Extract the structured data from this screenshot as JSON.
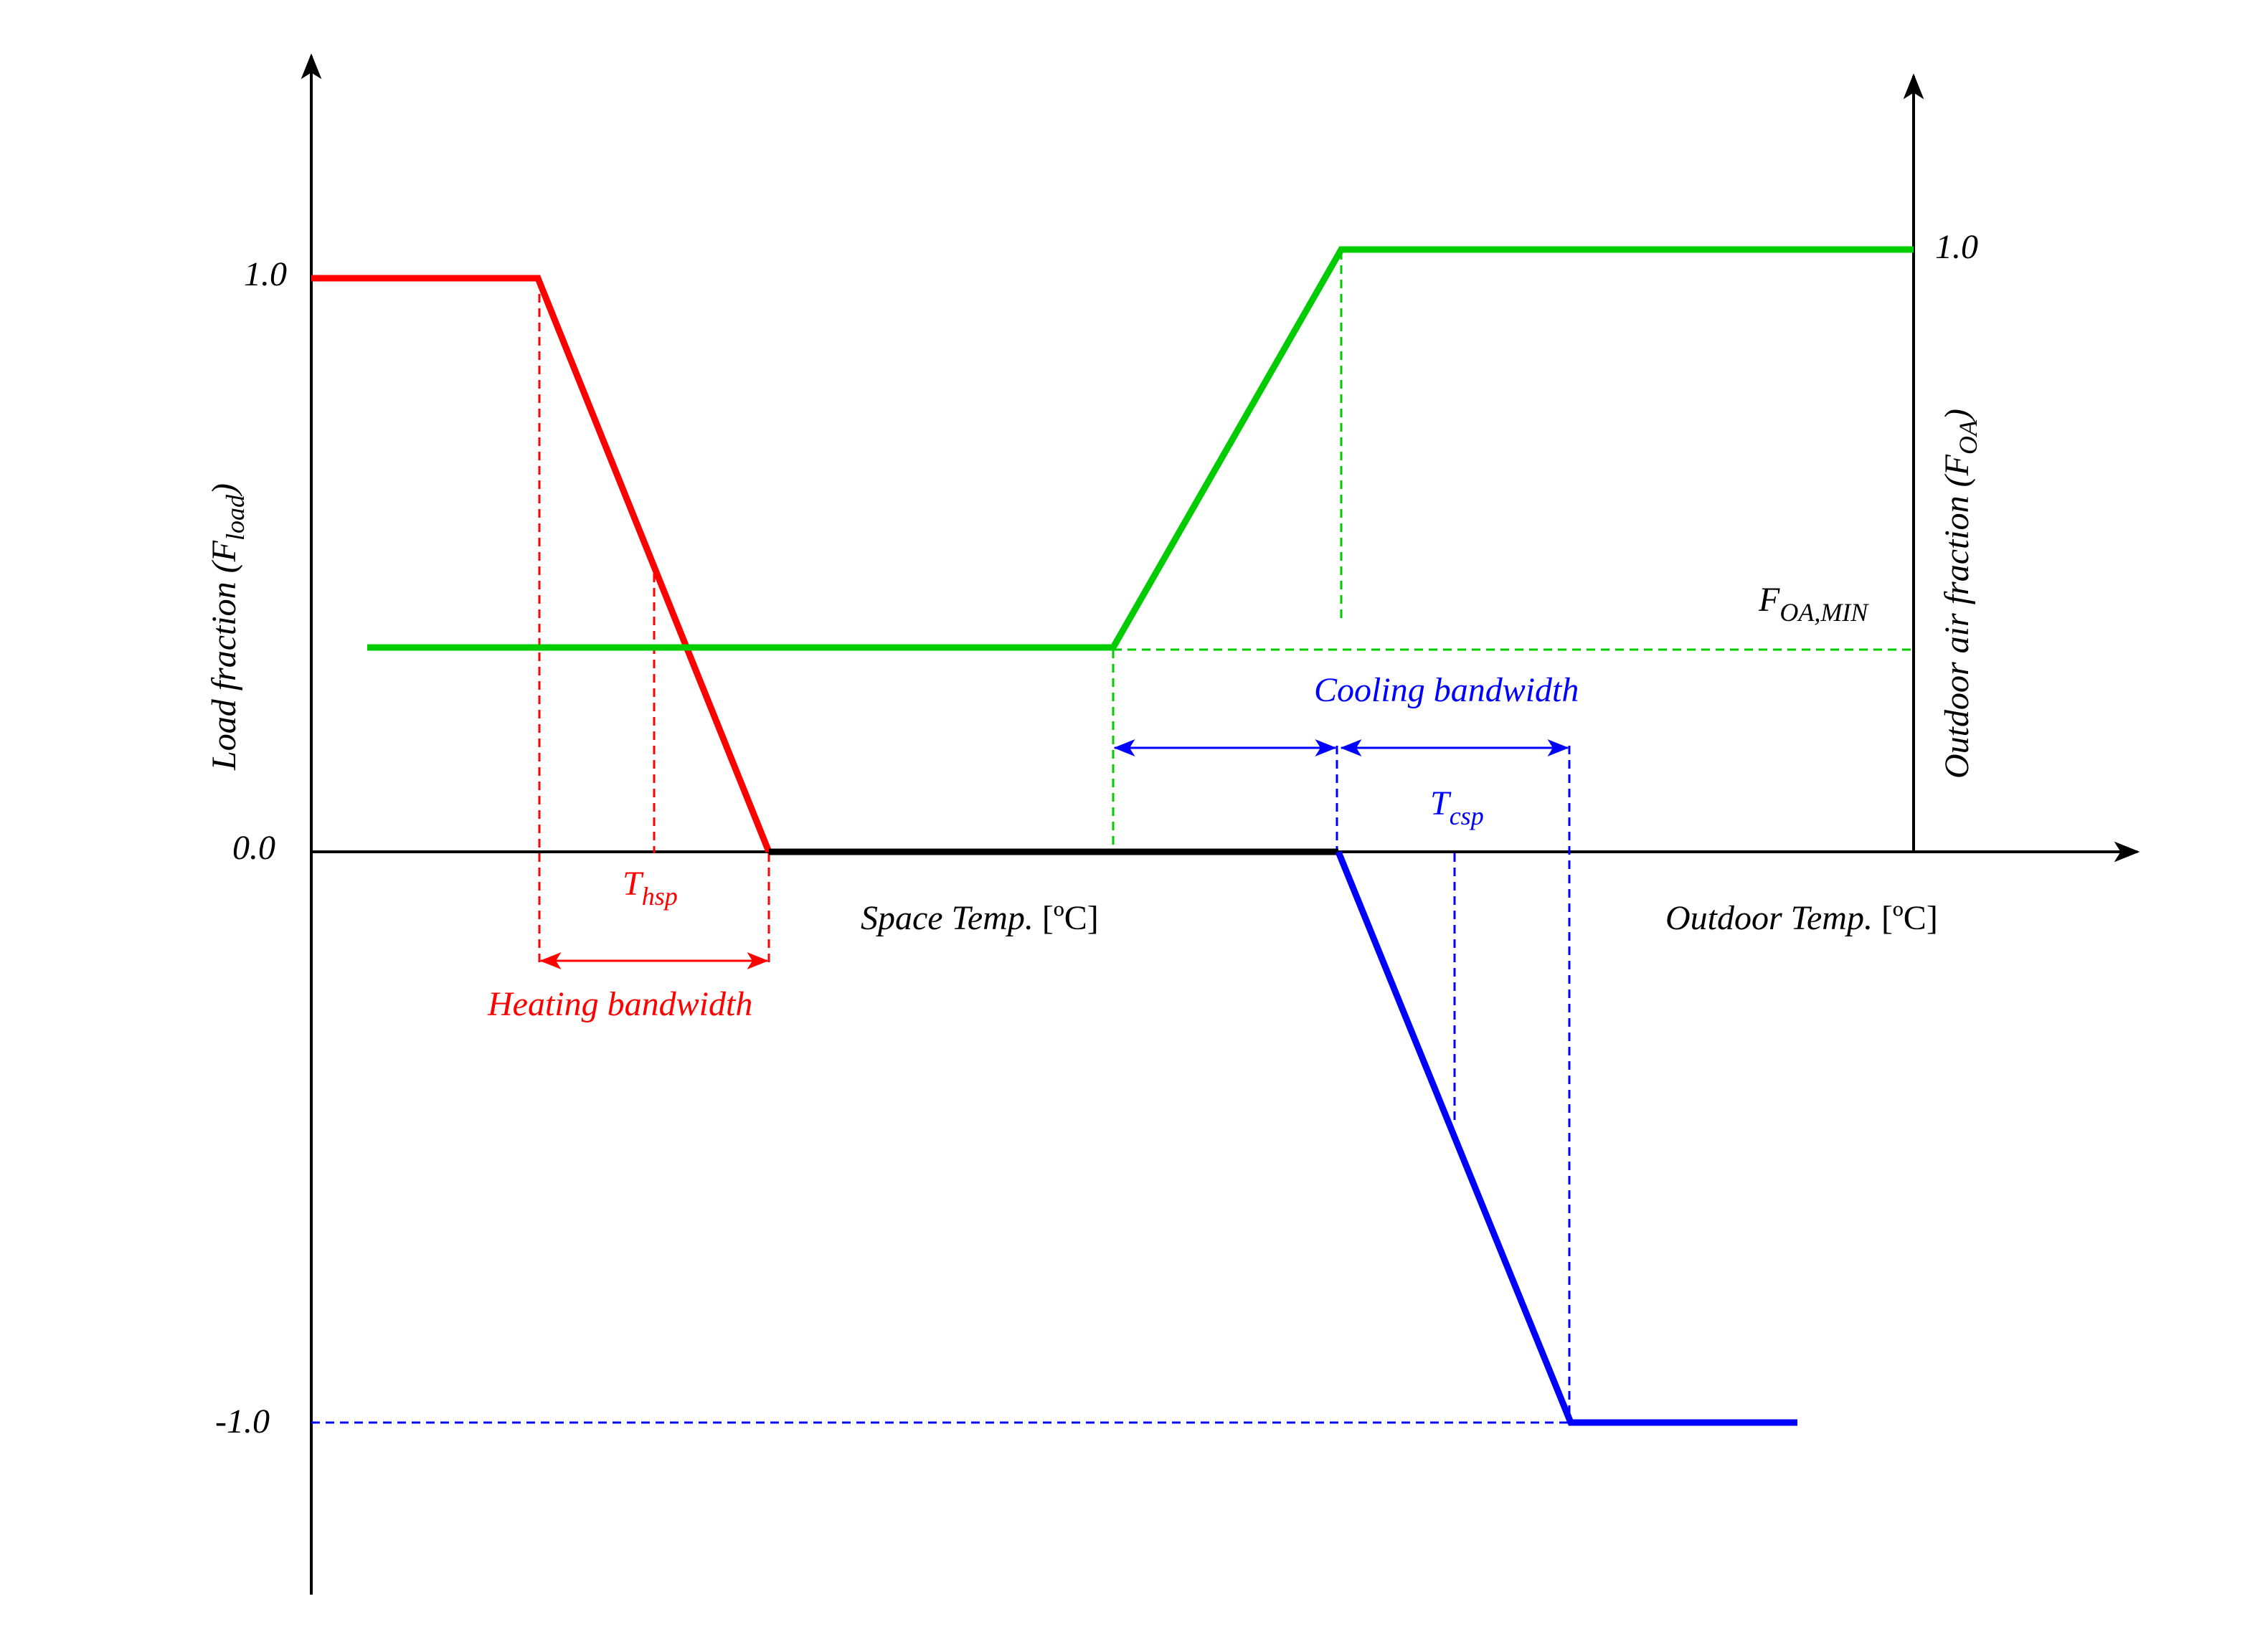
{
  "colors": {
    "heating": "#ff0000",
    "cooling": "#0000ff",
    "outdoor_air": "#00cc00",
    "axis": "#000000"
  },
  "axes": {
    "left_label": "Load fraction (F",
    "left_label_sub": "load",
    "left_label_close": ")",
    "right_label": "Outdoor air fraction (F",
    "right_label_sub": "OA",
    "right_label_close": ")",
    "space_temp_italic": "Space Temp.",
    "space_temp_unit": "[ºC]",
    "outdoor_temp_italic": "Outdoor Temp.",
    "outdoor_temp_unit": "[ºC]"
  },
  "ticks": {
    "left_top": "1.0",
    "left_zero": "0.0",
    "left_bottom": "-1.0",
    "right_top": "1.0"
  },
  "annotations": {
    "heating_setpoint_main": "T",
    "heating_setpoint_sub": "hsp",
    "heating_bandwidth": "Heating bandwidth",
    "cooling_setpoint_main": "T",
    "cooling_setpoint_sub": "csp",
    "cooling_bandwidth": "Cooling bandwidth",
    "foa_min_main": "F",
    "foa_min_sub": "OA,MIN"
  }
}
